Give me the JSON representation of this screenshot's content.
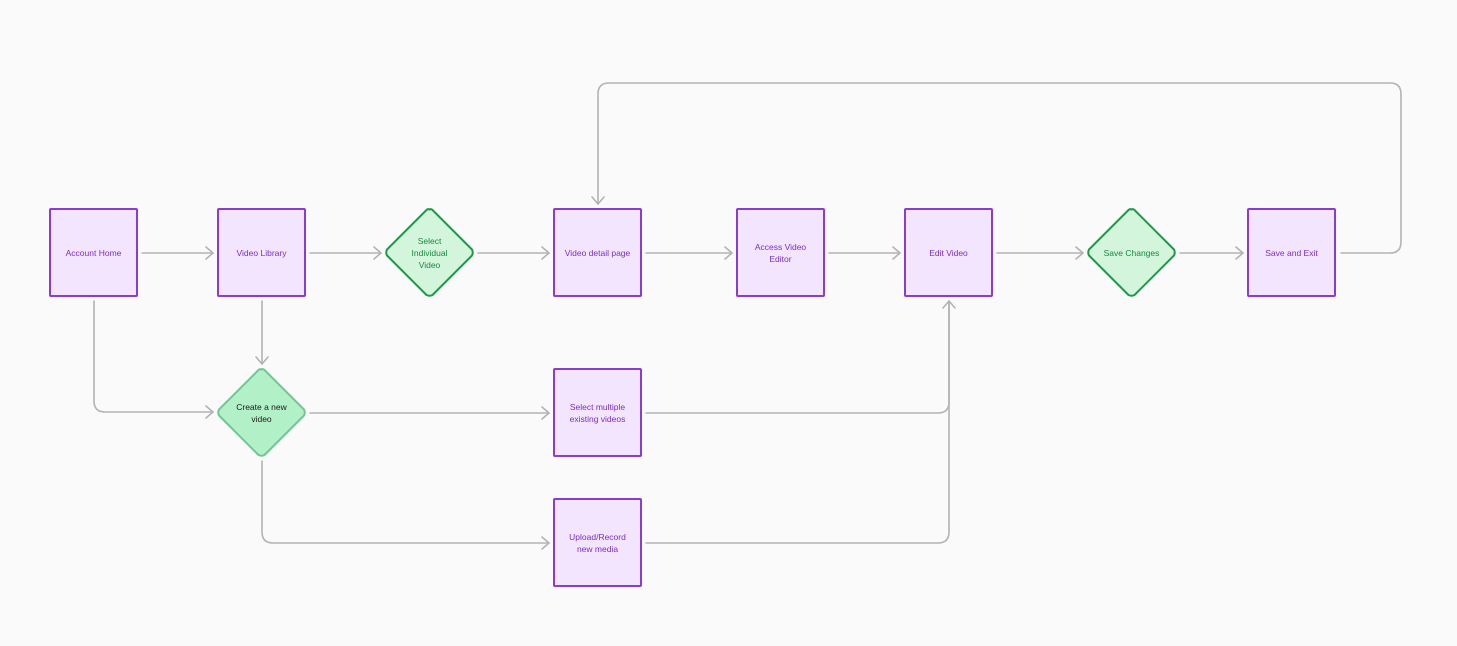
{
  "colors": {
    "box_fill": "#f3e5fd",
    "box_stroke": "#8a3bd1",
    "box_text": "#7a2fc4",
    "decision_fill": "#d3f5dc",
    "decision_stroke": "#1d9a47",
    "decision_text": "#168a3e",
    "decision_alt_fill": "#b2f0c8",
    "decision_alt_stroke": "#6fc892",
    "connector": "#b3b3b3",
    "background": "#fafafa"
  },
  "nodes": {
    "account_home": "Account Home",
    "video_library": "Video Library",
    "select_individual_video": "Select Individual Video",
    "video_detail_page": "Video detail page",
    "access_video_editor": "Access Video Editor",
    "edit_video": "Edit Video",
    "save_changes": "Save Changes",
    "save_and_exit": "Save and Exit",
    "create_new_video": "Create a new video",
    "select_multiple": "Select multiple existing videos",
    "upload_record": "Upload/Record new media"
  }
}
